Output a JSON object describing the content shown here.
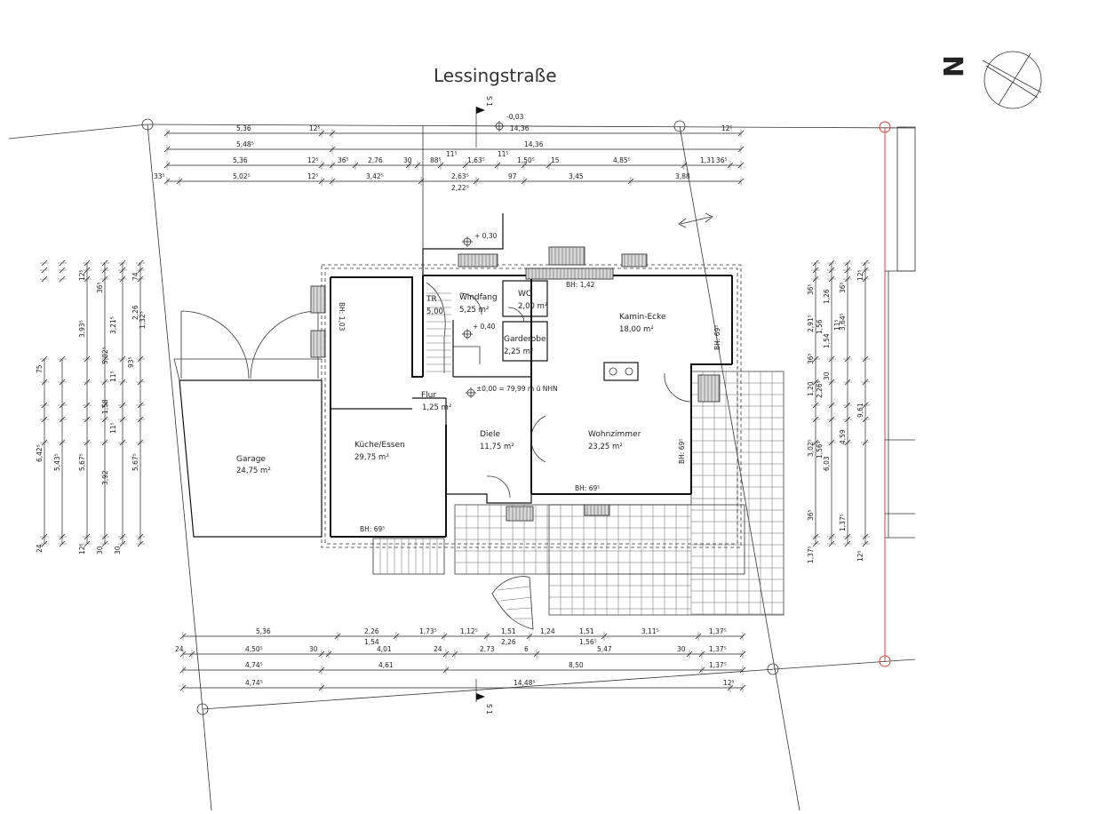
{
  "street": "Lessingstraße",
  "north": "N",
  "section_marker": "S 1",
  "rooms": {
    "garage": {
      "name": "Garage",
      "area": "24,75 m²"
    },
    "kueche": {
      "name": "Küche/Essen",
      "area": "29,75 m²"
    },
    "diele": {
      "name": "Diele",
      "area": "11,75 m²"
    },
    "wohnzimmer": {
      "name": "Wohnzimmer",
      "area": "23,25 m²"
    },
    "kamin": {
      "name": "Kamin-Ecke",
      "area": "18,00 m²"
    },
    "windfang": {
      "name": "Windfang",
      "area": "5,25 m²"
    },
    "wc": {
      "name": "WC",
      "area": "2,00 m²"
    },
    "garderobe": {
      "name": "Garderobe",
      "area": "2,25 m²"
    },
    "flur": {
      "name": "Flur",
      "area": "1,25 m²"
    },
    "tr": {
      "name": "TR",
      "area": "5,00"
    }
  },
  "levels": {
    "top": "-0,03",
    "entry": "+ 0,30",
    "windfang": "+ 0,40",
    "ground": "±0,00 = 79,99 m ü NHN"
  },
  "sill_heights": {
    "kueche_north": "BH: 1,03",
    "kamin_top": "BH: 1,42",
    "kamin_east": "BH: 69⁵",
    "wohn_east": "BH: 69⁵",
    "wohn_south": "BH: 69⁵",
    "kueche_south": "BH: 69⁵"
  },
  "dims_top": {
    "row1": [
      "5,36",
      "12⁵",
      "14,36"
    ],
    "row2": [
      "5,48⁵",
      "14,36"
    ],
    "row3": [
      "5,36",
      "12⁵",
      "36⁵",
      "2,76",
      "30",
      "88⁵",
      "11⁵",
      "1,63⁵",
      "11⁵",
      "1,50⁵",
      "15",
      "4,85⁵",
      "1,31",
      "36⁵"
    ],
    "row4": [
      "33⁵",
      "5,02⁵",
      "12⁵",
      "3,42⁵",
      "2,63⁵",
      "2,22⁵",
      "97",
      "3,45",
      "3,88"
    ]
  },
  "dims_bottom": {
    "row1": [
      "5,36",
      "2,26",
      "1,54",
      "1,73⁵",
      "1,12⁵",
      "1,51",
      "2,26",
      "1,24",
      "1,51",
      "1,56⁵",
      "3,11⁵",
      "1,37⁵"
    ],
    "row2": [
      "24",
      "4,50⁵",
      "30",
      "4,01",
      "24",
      "2,73",
      "6",
      "5,47",
      "30",
      "1,37⁵"
    ],
    "row3": [
      "4,74⁵",
      "4,61",
      "8,50",
      "1,37⁵"
    ],
    "row4": [
      "4,74⁵",
      "14,48⁵",
      "12⁵"
    ]
  },
  "dims_left": {
    "col1": [
      "75",
      "6,42⁵",
      "5,43⁵",
      "24"
    ],
    "col2": [
      "12⁵",
      "3,93⁵",
      "5,02⁵",
      "11⁵",
      "1,58",
      "11⁵",
      "5,67⁵",
      "12⁵"
    ],
    "col3": [
      "36⁵",
      "3,21⁵",
      "93⁵",
      "3,92",
      "30"
    ],
    "col4": [
      "74",
      "2,26",
      "1,32⁵",
      "5,67⁵",
      "30"
    ]
  },
  "dims_right": {
    "col1": [
      "36⁵",
      "2,91⁵",
      "36⁵",
      "1,20",
      "3,02⁵",
      "36⁵",
      "1,37⁵"
    ],
    "col2": [
      "1,26",
      "1,56",
      "11⁵",
      "1,54",
      "30",
      "2,26⁵",
      "1,56⁵",
      "6,03"
    ],
    "col3": [
      "36⁵",
      "3,64⁵",
      "4,59",
      "1,37⁵"
    ],
    "col4": [
      "12⁵",
      "9,61",
      "12⁵"
    ]
  }
}
